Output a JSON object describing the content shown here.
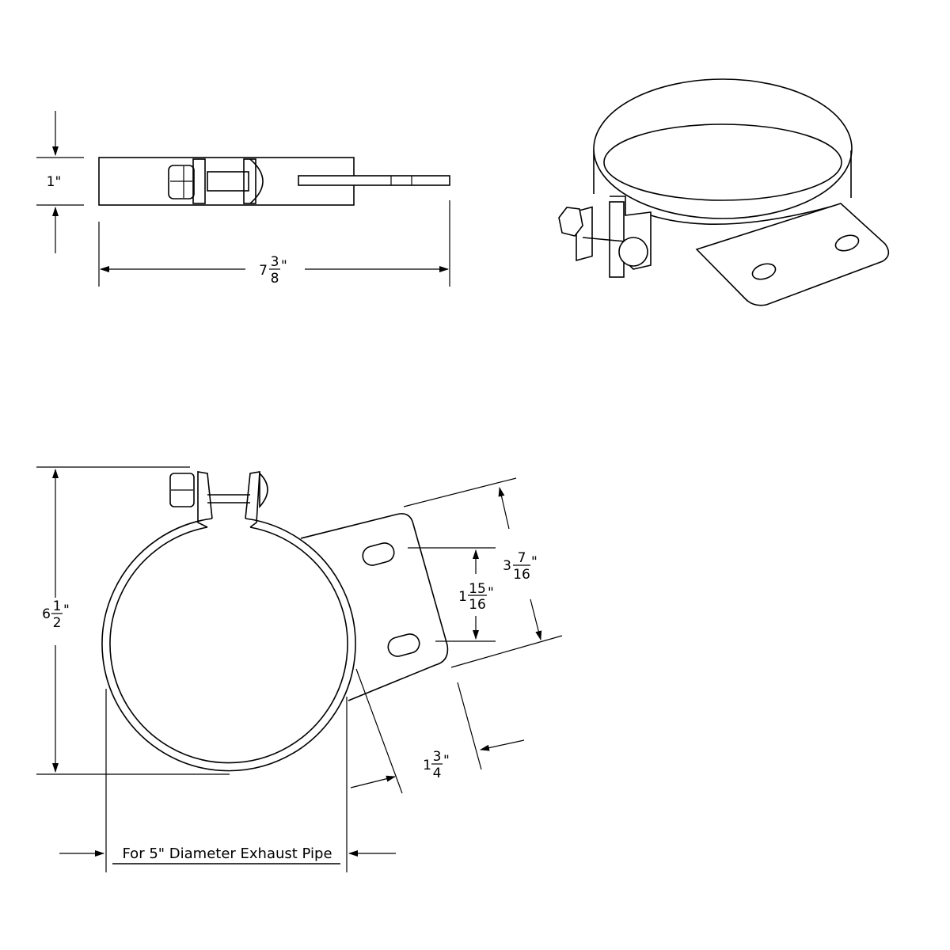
{
  "drawing": {
    "top_view": {
      "height_label": "1\"",
      "width_label": {
        "whole": "7",
        "num": "3",
        "den": "8",
        "unit": "\""
      }
    },
    "front_view": {
      "height_label": {
        "whole": "6",
        "num": "1",
        "den": "2",
        "unit": "\""
      },
      "bracket_width_label": {
        "whole": "3",
        "num": "7",
        "den": "16",
        "unit": "\""
      },
      "hole_spacing_label": {
        "whole": "1",
        "num": "15",
        "den": "16",
        "unit": "\""
      },
      "bracket_depth_label": {
        "whole": "1",
        "num": "3",
        "den": "4",
        "unit": "\""
      },
      "pipe_note": "For 5\" Diameter Exhaust Pipe"
    }
  }
}
